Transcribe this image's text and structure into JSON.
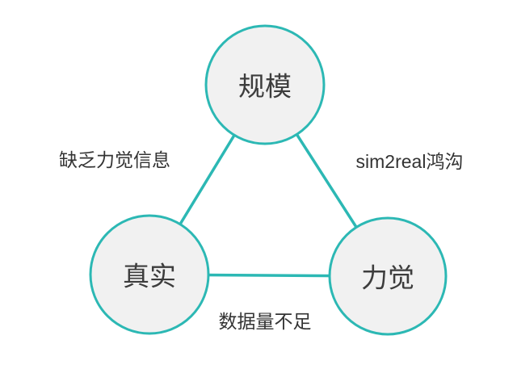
{
  "diagram": {
    "title": "",
    "nodes": {
      "top": {
        "label": "规模"
      },
      "bottom_left": {
        "label": "真实"
      },
      "bottom_right": {
        "label": "力觉"
      }
    },
    "edges": {
      "left": {
        "label": "缺乏力觉信息"
      },
      "right": {
        "label": "sim2real鸿沟"
      },
      "bottom": {
        "label": "数据量不足"
      }
    },
    "colors": {
      "accent": "#2cb8b4",
      "node_fill": "#f1f1f1",
      "text": "#3d3d3d",
      "background": "#ffffff"
    }
  }
}
